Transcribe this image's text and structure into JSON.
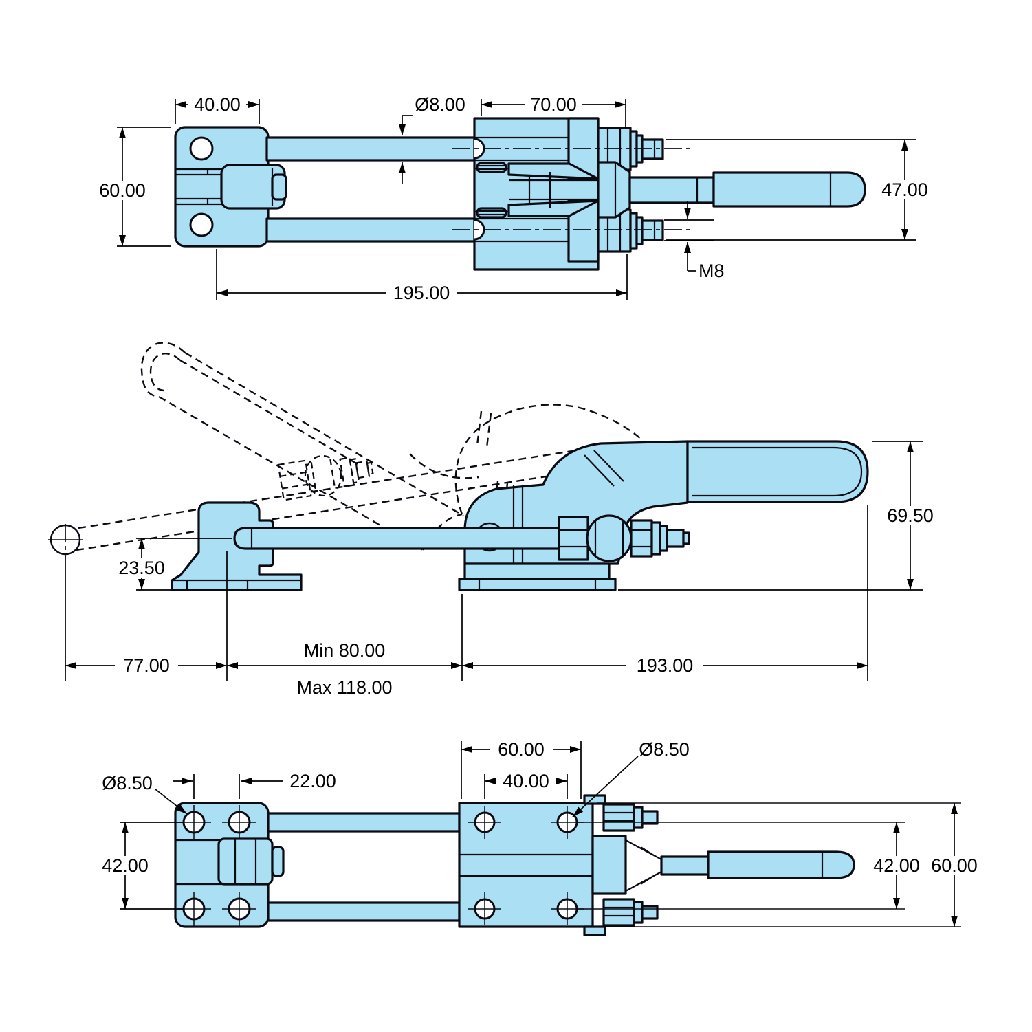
{
  "drawing": {
    "background": "#ffffff",
    "part_fill": "#abdff4",
    "outline_color": "#0b0b13",
    "dimension_color": "#000000",
    "views": {
      "top": {
        "dims": {
          "width_40": "40.00",
          "dia_8": "Ø8.00",
          "width_70": "70.00",
          "height_60": "60.00",
          "height_47": "47.00",
          "thread_m8": "M8",
          "length_195": "195.00"
        }
      },
      "side": {
        "dims": {
          "height_69_5": "69.50",
          "height_23_5": "23.50",
          "length_77": "77.00",
          "min_80": "Min 80.00",
          "max_118": "Max 118.00",
          "length_193": "193.00"
        }
      },
      "bottom": {
        "dims": {
          "width_60": "60.00",
          "width_40": "40.00",
          "dia_8_5_plate": "Ø8.50",
          "dia_8_5_clevis": "Ø8.50",
          "pitch_22": "22.00",
          "height_42_left": "42.00",
          "height_42_right": "42.00",
          "height_60_right": "60.00"
        }
      }
    }
  }
}
